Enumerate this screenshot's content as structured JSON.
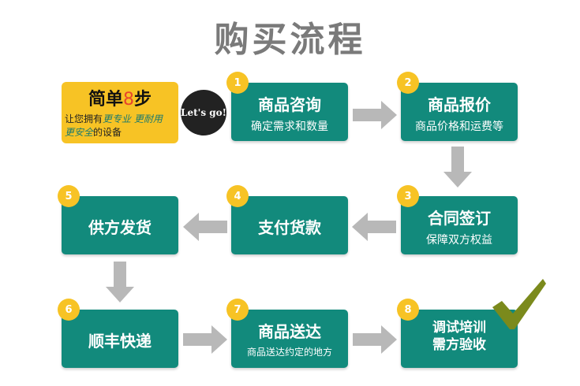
{
  "title": "购买流程",
  "intro": {
    "heading_pre": "简单",
    "heading_num": "8",
    "heading_post": "步",
    "line1_pre": "让您拥有",
    "line1_hl": "更专业 更耐用",
    "line2_hl": "更安全",
    "line2_post": "的设备"
  },
  "go_label": "Let's go!",
  "steps": [
    {
      "num": "1",
      "title": "商品咨询",
      "sub": "确定需求和数量"
    },
    {
      "num": "2",
      "title": "商品报价",
      "sub": "商品价格和运费等"
    },
    {
      "num": "3",
      "title": "合同签订",
      "sub": "保障双方权益"
    },
    {
      "num": "4",
      "title": "支付货款"
    },
    {
      "num": "5",
      "title": "供方发货"
    },
    {
      "num": "6",
      "title": "顺丰快递"
    },
    {
      "num": "7",
      "title": "商品送达",
      "sub": "商品送达约定的地方"
    },
    {
      "num": "8",
      "title": "调试培训",
      "title2": "需方验收"
    }
  ],
  "colors": {
    "teal": "#128a7c",
    "yellow": "#f7c325",
    "arrow": "#b8b8b8",
    "check": "#7b8a1c"
  }
}
